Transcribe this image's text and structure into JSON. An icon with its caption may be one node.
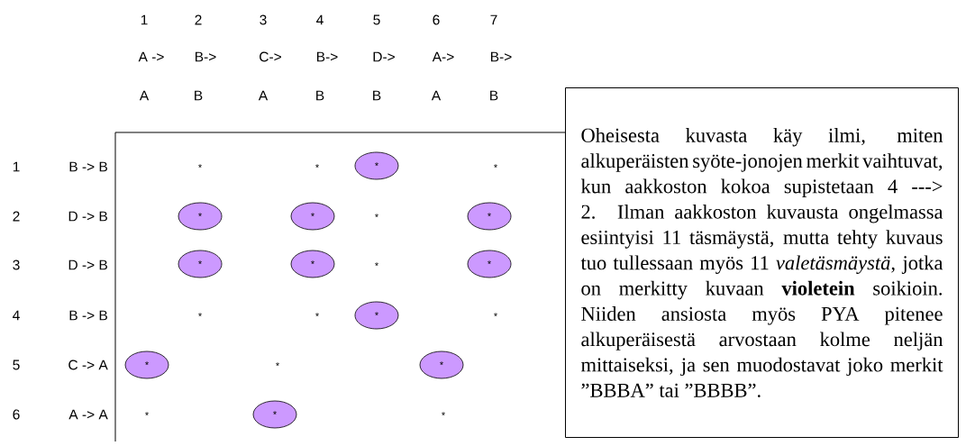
{
  "diagram": {
    "nodes": [
      {
        "text": [
          "Oheisesta kuvasta käy ilmi, miten alkuperäisten syöte-jonojen merkit vaihtuvat, kun aakkoston kokoa supistetaan 4 ---> 2. Ilman aakkoston kuvausta ongelmassa esiintyisi 11 täsmäystä, mutta tehty kuvaus tuo tullessaan myös 11 *valetäsmäystä*, jotka on merkitty kuvaan **violetein** soikioin. Niiden ansiosta myös PYA pitenee alkuperäisestä arvostaan kolme neljän mittaiseksi, ja sen muodostavat joko merkit ”BBBA” tai ”BBBB”."
        ]
      },
      {
        "text": [
          "*"
        ]
      },
      {
        "text": [
          "*"
        ]
      },
      {
        "text": [
          "*"
        ]
      },
      {
        "text": [
          "*"
        ]
      },
      {
        "text": [
          "*"
        ]
      },
      {
        "text": [
          "*"
        ]
      },
      {
        "text": [
          "*"
        ]
      },
      {
        "text": [
          "*"
        ]
      },
      {
        "text": [
          "*"
        ]
      },
      {
        "text": [
          "*"
        ]
      },
      {
        "text": [
          "*"
        ]
      }
    ],
    "labels": [
      "1",
      "2",
      "3",
      "4",
      "5",
      "6",
      "7",
      "A ->",
      "B->",
      "C->",
      "B->",
      "D->",
      "A->",
      "B->",
      "A",
      "B",
      "A",
      "B",
      "B",
      "A",
      "B",
      "1",
      "B -> B",
      "*",
      "*",
      "*",
      "2",
      "D -> B",
      "*",
      "3",
      "D -> B",
      "*",
      "4",
      "B -> B",
      "*",
      "*",
      "*",
      "5",
      "C -> A",
      "*",
      "6",
      "A -> A",
      "*",
      "*"
    ]
  }
}
